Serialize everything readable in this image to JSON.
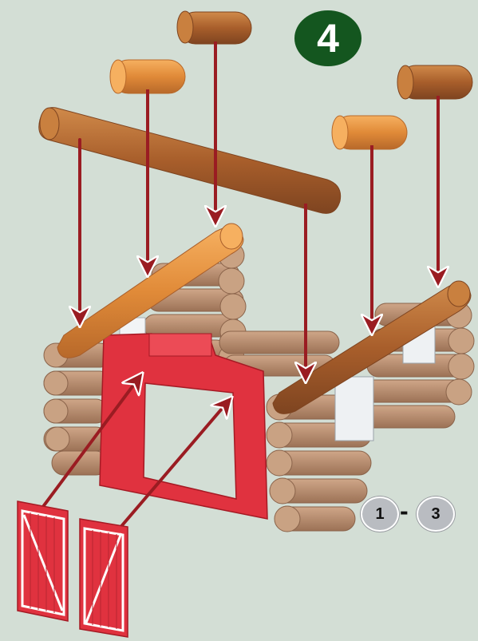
{
  "step": {
    "number": "4"
  },
  "range": {
    "from": "1",
    "separator": "-",
    "to": "3"
  },
  "colors": {
    "background": "#d3ded5",
    "badge": "#14561f",
    "arrow": "#9a1c22",
    "door": "#e0323f",
    "log_dark": "#b0672f",
    "log_light": "#e89a45",
    "wall_log": "#b58868"
  }
}
